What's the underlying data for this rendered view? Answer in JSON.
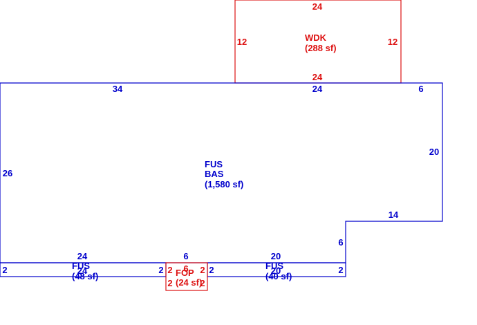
{
  "colors": {
    "main": "#0000cc",
    "deck": "#dd1111"
  },
  "areas": {
    "main": {
      "code1": "FUS",
      "code2": "BAS",
      "size": "(1,580 sf)"
    },
    "deck": {
      "code": "WDK",
      "size": "(288 sf)"
    },
    "left_bay": {
      "code": "FUS",
      "size": "(48 sf)"
    },
    "right_bay": {
      "code": "FUS",
      "size": "(40 sf)"
    },
    "porch": {
      "code": "FOP",
      "size": "(24 sf)"
    }
  },
  "dims": {
    "deck_top": "24",
    "deck_left": "12",
    "deck_right": "12",
    "deck_bottom": "24",
    "main_top_left": "34",
    "main_top_mid": "24",
    "main_top_right": "6",
    "main_left": "26",
    "main_right": "20",
    "step_horizontal": "14",
    "step_vertical": "6",
    "left_bay_top": "24",
    "left_bay_bottom": "24",
    "left_bay_left": "2",
    "left_bay_right": "2",
    "porch_top": "6",
    "porch_bottom": "6",
    "porch_left_1": "2",
    "porch_left_2": "2",
    "porch_right_1": "2",
    "porch_right_2": "2",
    "right_bay_top": "20",
    "right_bay_bottom": "20",
    "right_bay_left": "2",
    "right_bay_right": "2"
  }
}
